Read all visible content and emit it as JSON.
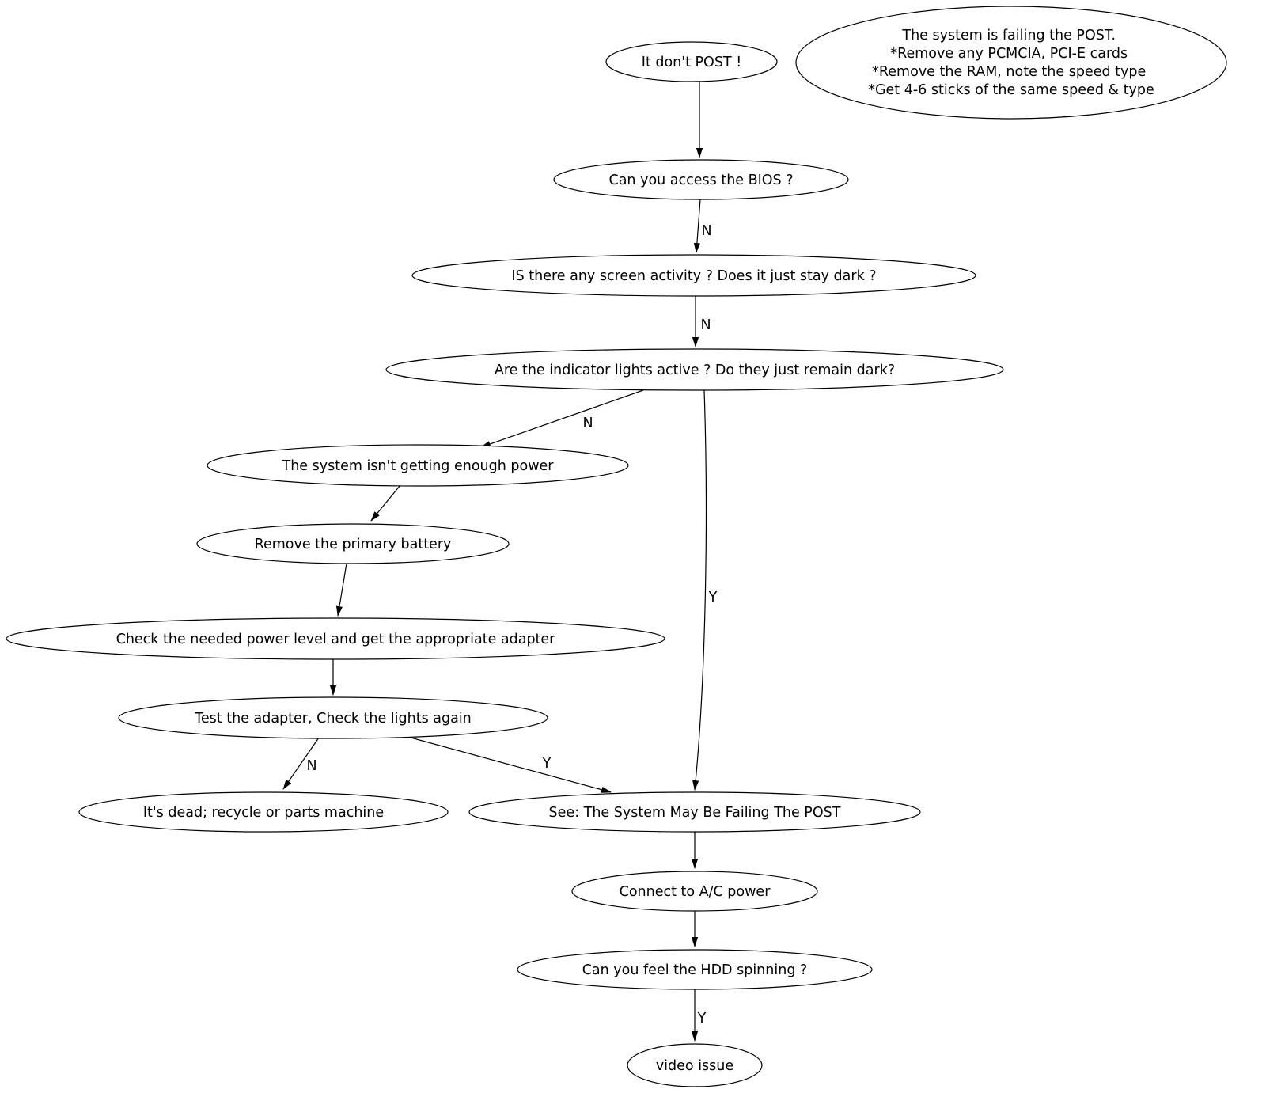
{
  "diagram": {
    "title": "POST troubleshooting flowchart",
    "colors": {
      "background": "#ffffff",
      "node_fill": "#ffffff",
      "node_stroke": "#000000",
      "edge_stroke": "#000000",
      "text": "#000000"
    },
    "nodes": {
      "start": {
        "label": "It don't POST !"
      },
      "note": {
        "lines": [
          "The system is failing the POST.",
          "*Remove any PCMCIA, PCI-E cards",
          "*Remove the RAM, note the speed  type",
          "*Get 4-6 sticks of the same speed & type"
        ]
      },
      "bios": {
        "label": "Can you access the BIOS ?"
      },
      "screen": {
        "label": "IS there any screen activity ? Does it just stay dark ?"
      },
      "lights": {
        "label": "Are the indicator lights active ? Do they just remain dark?"
      },
      "power": {
        "label": "The system isn't getting enough power"
      },
      "battery": {
        "label": "Remove the primary battery"
      },
      "adapter": {
        "label": "Check the needed power level and get the appropriate adapter"
      },
      "test": {
        "label": "Test the adapter, Check the lights again"
      },
      "dead": {
        "label": "It's dead; recycle or parts machine"
      },
      "post": {
        "label": "See: The System May Be Failing The POST"
      },
      "ac": {
        "label": "Connect to A/C power"
      },
      "hdd": {
        "label": "Can you feel the HDD spinning ?"
      },
      "video": {
        "label": "video issue"
      }
    },
    "edge_labels": {
      "bios_no": "N",
      "screen_no": "N",
      "lights_no": "N",
      "lights_yes": "Y",
      "test_no": "N",
      "test_yes": "Y",
      "hdd_yes": "Y"
    }
  }
}
